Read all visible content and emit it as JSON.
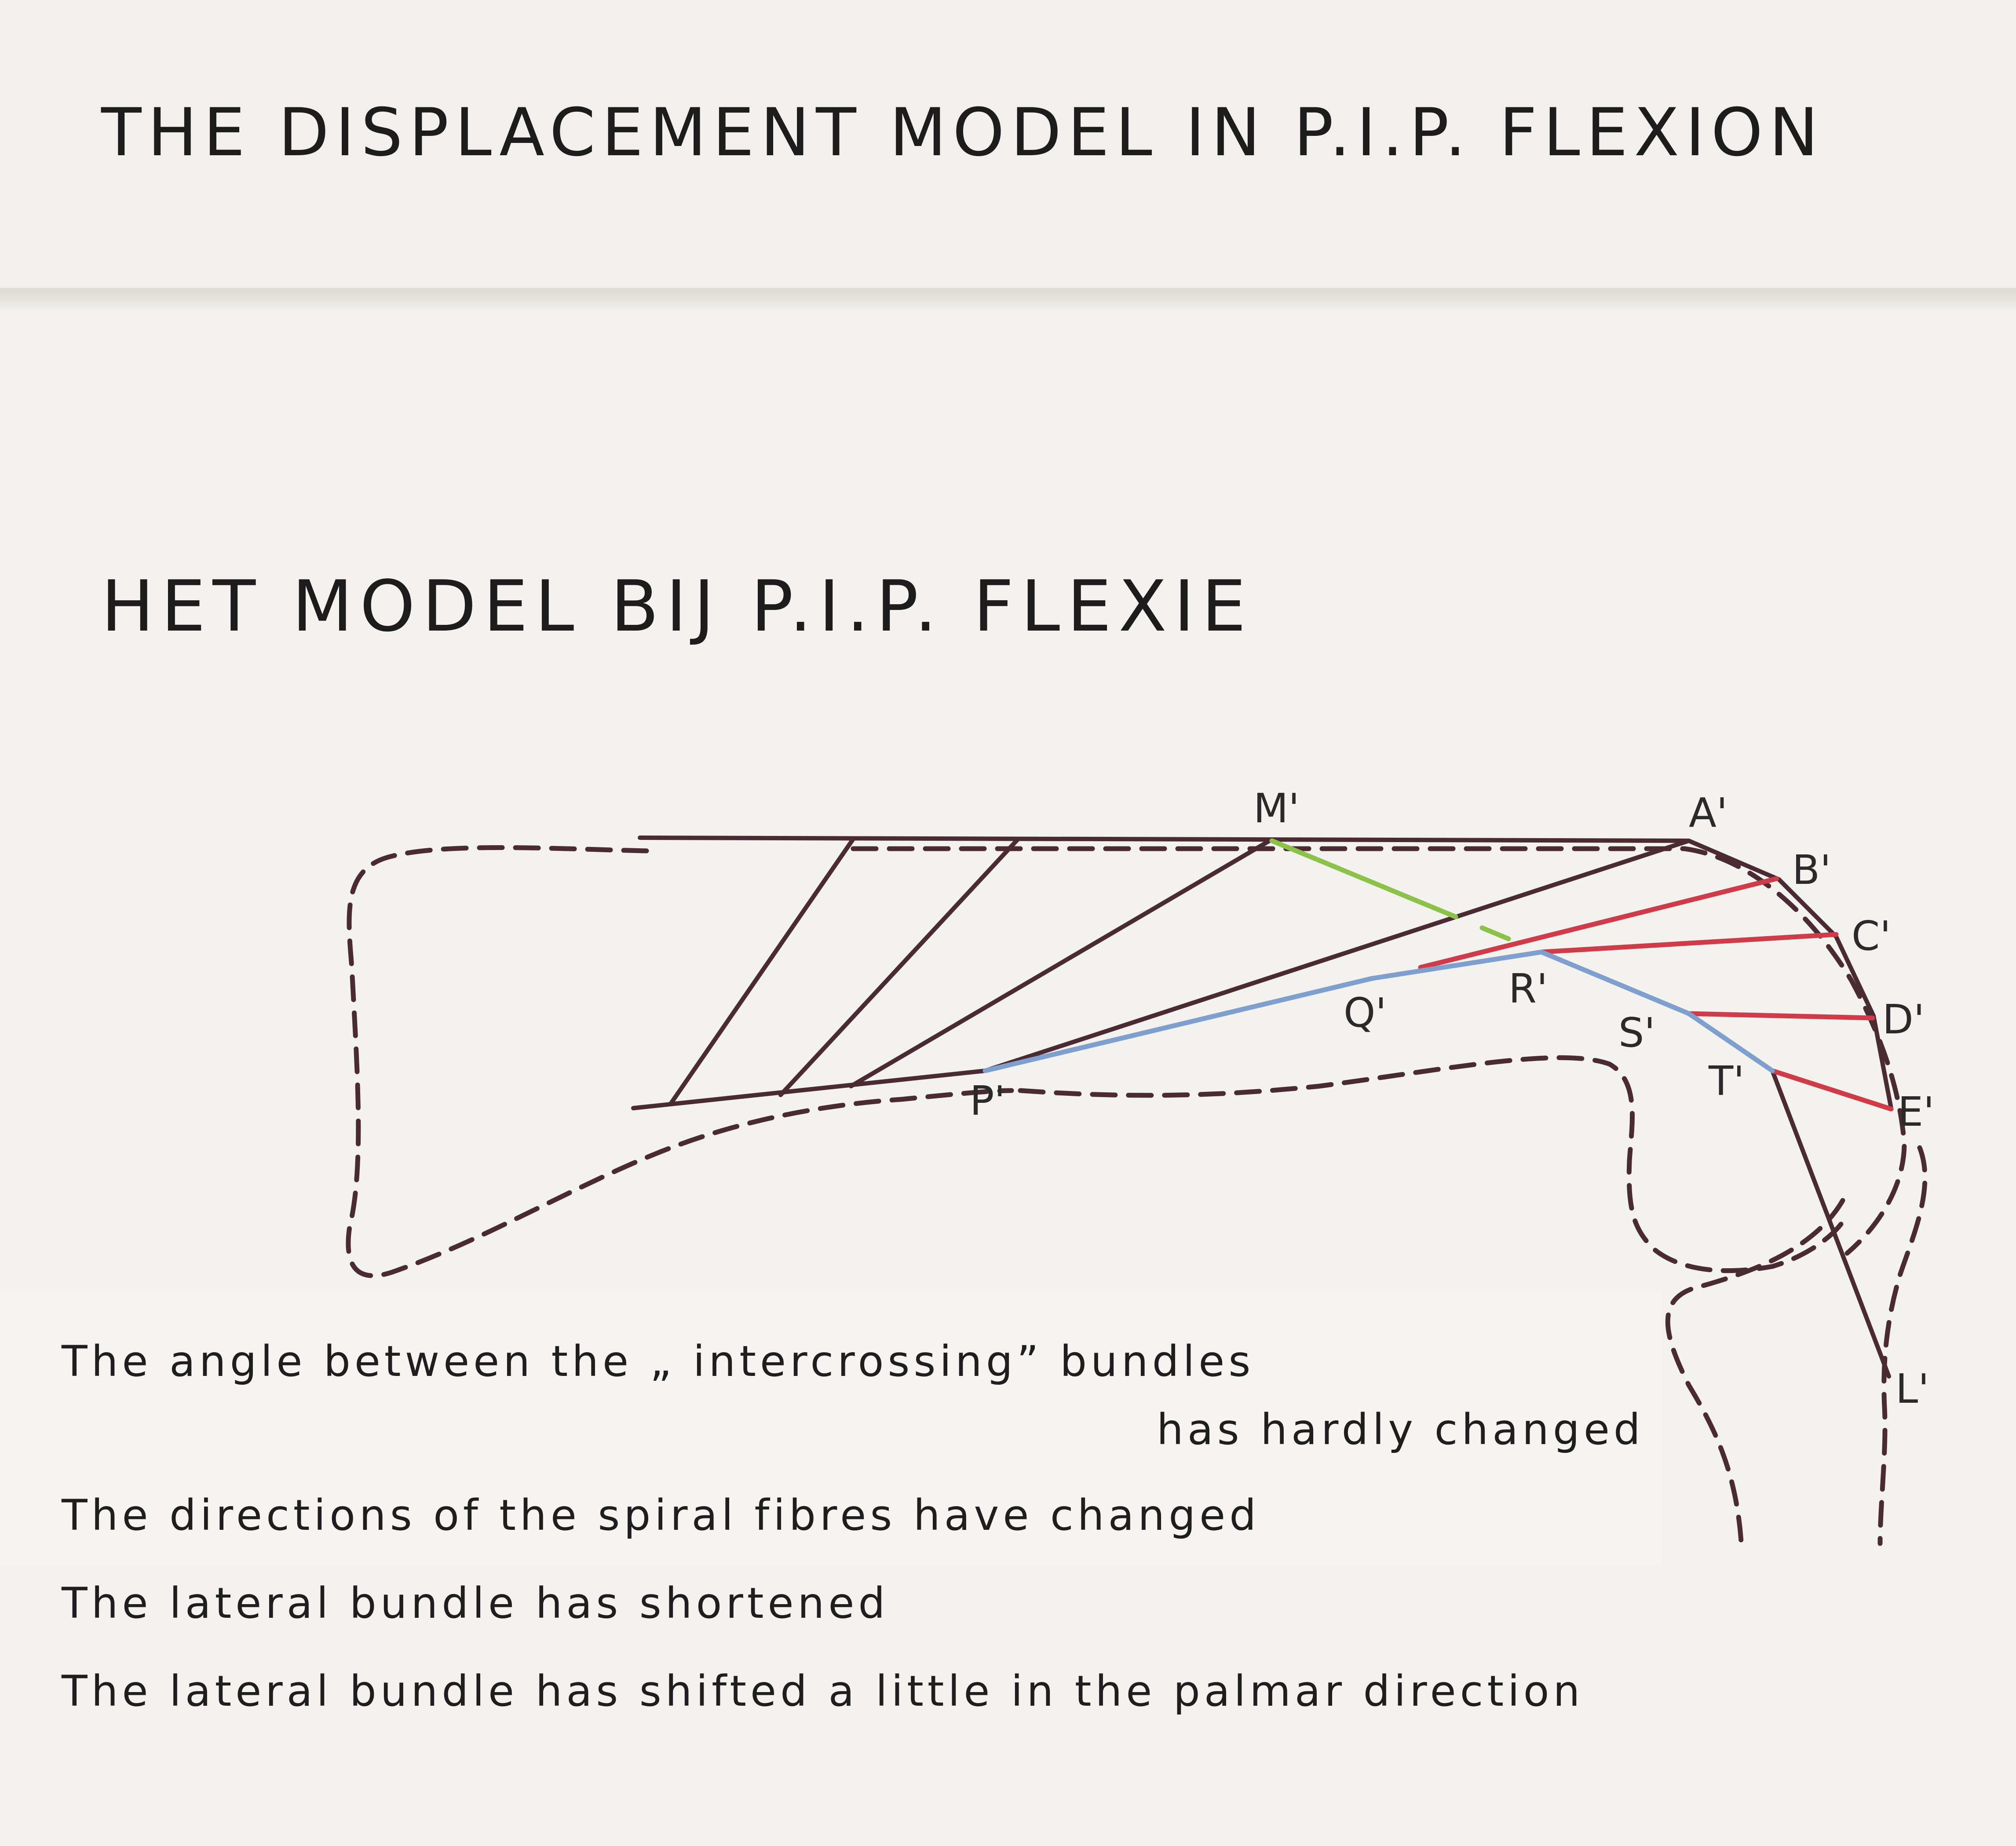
{
  "title_en": "THE DISPLACEMENT MODEL IN P.I.P. FLEXION",
  "title_nl": "HET MODEL BIJ P.I.P. FLEXIE",
  "labels": {
    "M": "M'",
    "A": "A'",
    "B": "B'",
    "C": "C'",
    "D": "D'",
    "E": "E'",
    "P": "P'",
    "Q": "Q'",
    "R": "R'",
    "S": "S'",
    "T": "T'",
    "L": "L'"
  },
  "captions": [
    "The angle between the „ intercrossing” bundles",
    "has hardly changed",
    "The directions of the spiral fibres have changed",
    "The lateral bundle has shortened",
    "The lateral bundle has shifted a little in the palmar direction"
  ],
  "colors": {
    "fibre": "#4a2b34",
    "outline_dashed": "#4a2b34",
    "spiral_fibres": "#cf3b48",
    "lateral_bundle": "#7f9fcf",
    "intercrossing_bundle": "#8dc24a"
  }
}
